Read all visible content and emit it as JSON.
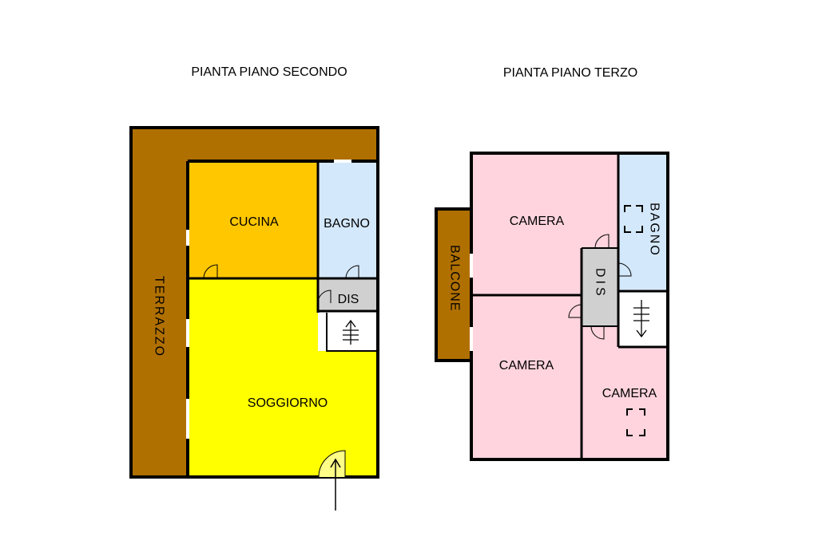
{
  "titles": {
    "second_floor": "PIANTA PIANO SECONDO",
    "third_floor": "PIANTA PIANO TERZO"
  },
  "second_floor": {
    "terrazzo": "TERRAZZO",
    "cucina": "CUCINA",
    "bagno": "BAGNO",
    "dis": "DIS",
    "soggiorno": "SOGGIORNO"
  },
  "third_floor": {
    "camera_top": "CAMERA",
    "bagno": "BAGNO",
    "balcone": "BALCONE",
    "dis": "DIS",
    "camera_left": "CAMERA",
    "camera_right": "CAMERA"
  },
  "colors": {
    "terrace": "#B07000",
    "kitchen": "#FFC700",
    "bathroom": "#D4E8FB",
    "living": "#FFFF00",
    "hall": "#D0D0D0",
    "bedroom": "#FFD4DE",
    "stair": "#FFFFFF",
    "wall": "#000000"
  }
}
